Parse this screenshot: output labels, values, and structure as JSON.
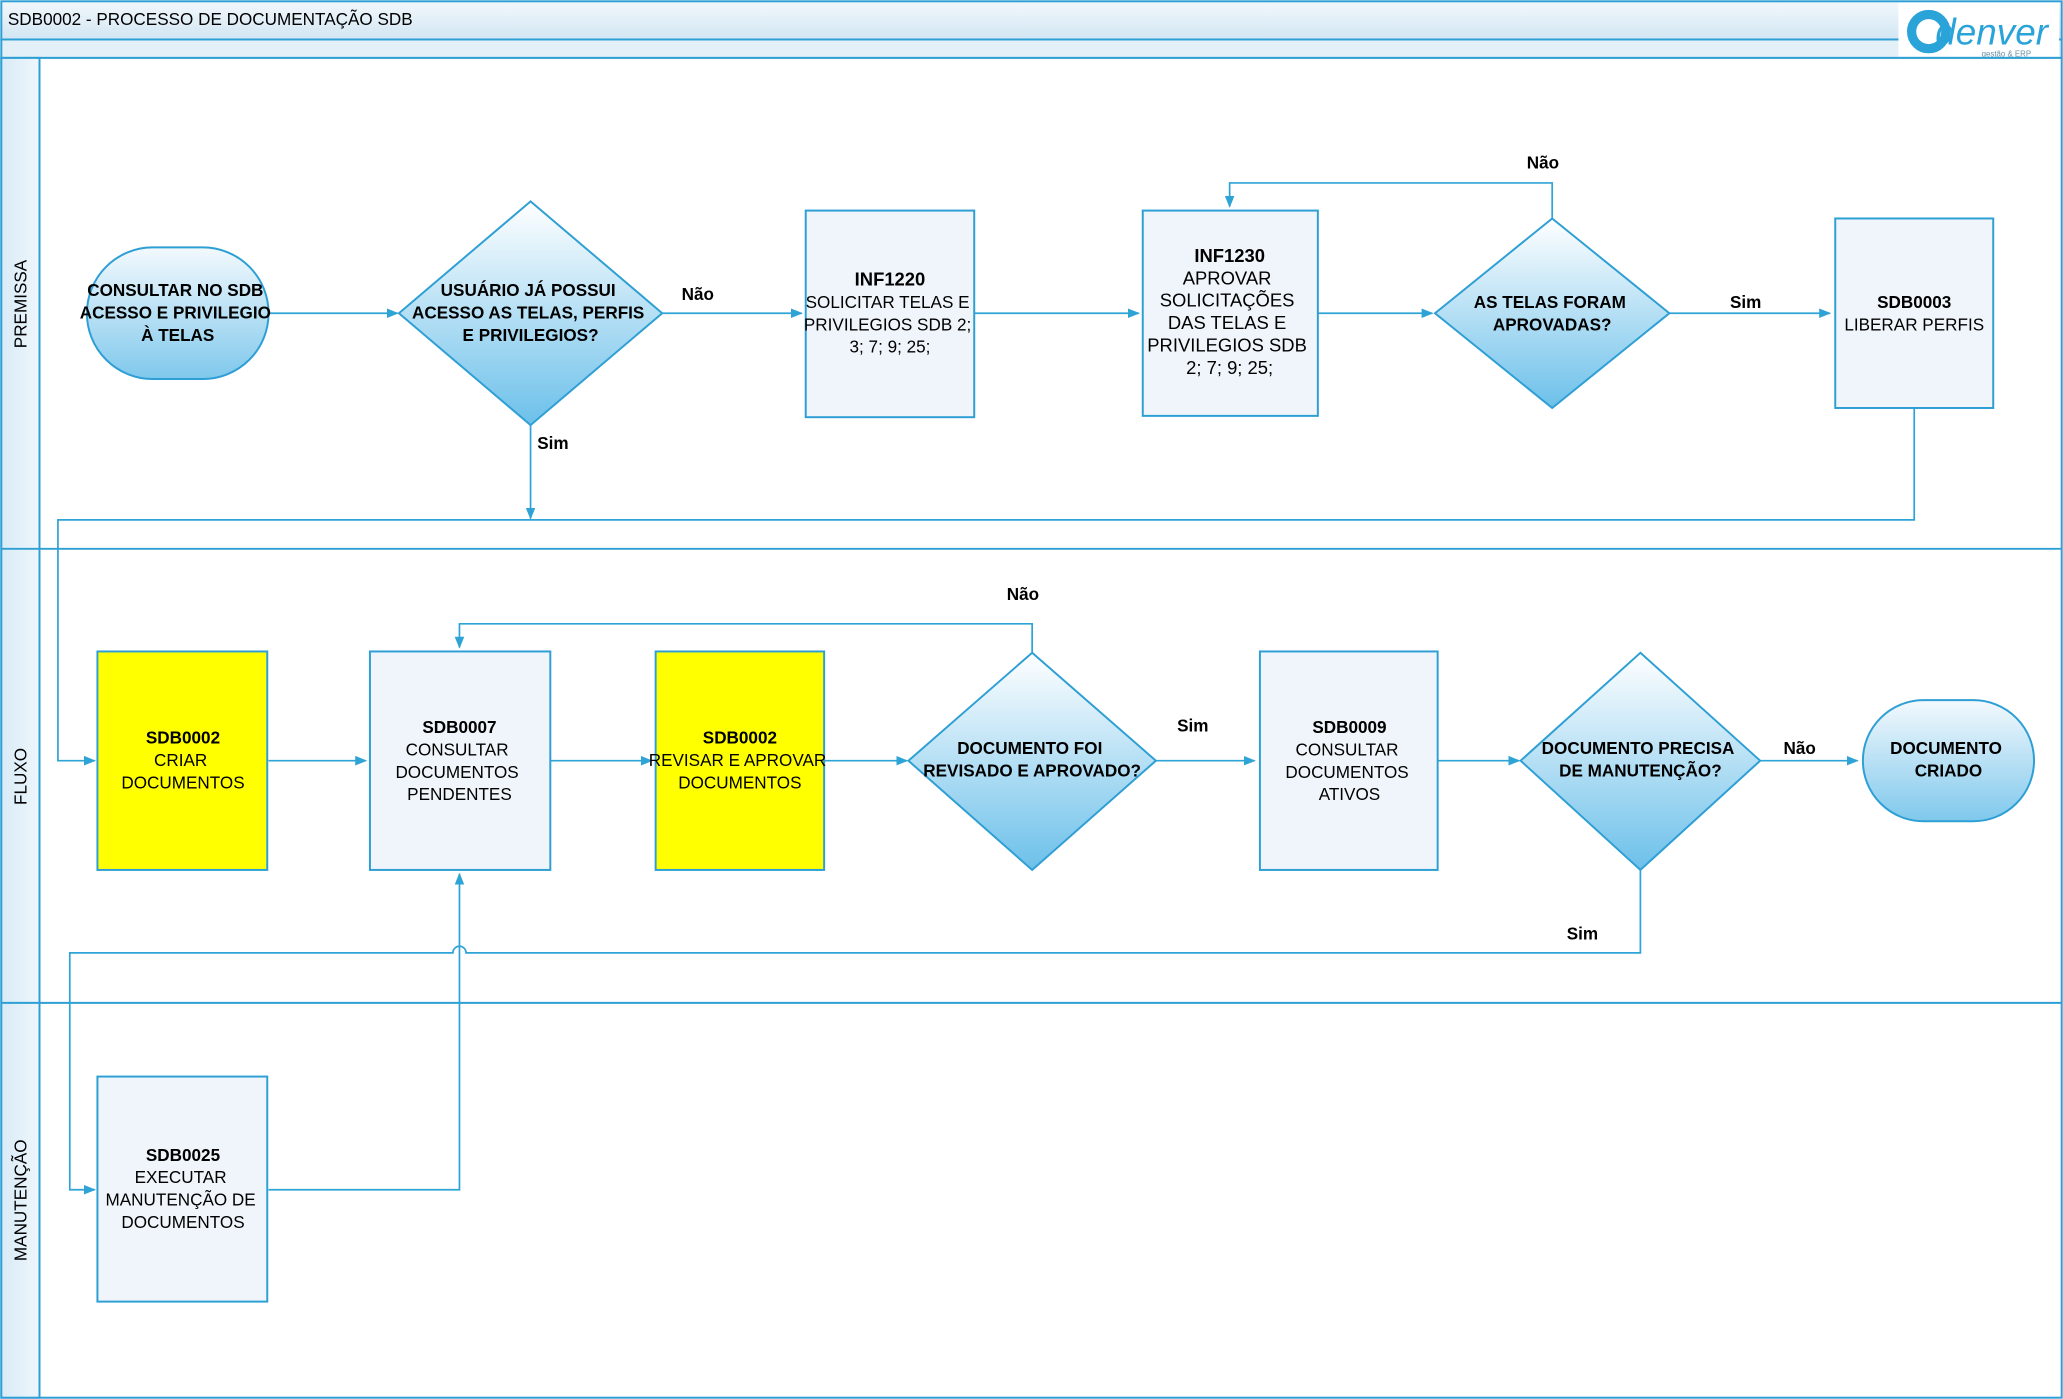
{
  "header": {
    "title": "SDB0002 - PROCESSO DE DOCUMENTAÇÃO SDB",
    "logo": {
      "text": "denver",
      "subtext": "gestão & ERP"
    }
  },
  "lanes": [
    {
      "id": "premissa",
      "label": "PREMISSA"
    },
    {
      "id": "fluxo",
      "label": "FLUXO"
    },
    {
      "id": "manutencao",
      "label": "MANUTENÇÃO"
    }
  ],
  "nodes": {
    "start": {
      "title": "",
      "lines": [
        "CONSULTAR NO SDB",
        "ACESSO E PRIVILEGIO",
        "À TELAS"
      ]
    },
    "q_access": {
      "title": "",
      "lines": [
        "USUÁRIO JÁ POSSUI",
        "ACESSO AS TELAS, PERFIS",
        "E PRIVILEGIOS?"
      ]
    },
    "inf1220": {
      "title": "INF1220",
      "lines": [
        "SOLICITAR TELAS E",
        "PRIVILEGIOS SDB 2;",
        "3; 7; 9; 25;"
      ]
    },
    "inf1230": {
      "title": "INF1230",
      "lines": [
        "APROVAR",
        "SOLICITAÇÕES",
        "DAS TELAS E",
        "PRIVILEGIOS SDB",
        "2; 7; 9; 25;"
      ]
    },
    "q_approved": {
      "title": "",
      "lines": [
        "AS TELAS FORAM",
        "APROVADAS?"
      ]
    },
    "sdb0003": {
      "title": "SDB0003",
      "lines": [
        "LIBERAR PERFIS"
      ]
    },
    "sdb0002_create": {
      "title": "SDB0002",
      "lines": [
        "CRIAR",
        "DOCUMENTOS"
      ]
    },
    "sdb0007": {
      "title": "SDB0007",
      "lines": [
        "CONSULTAR",
        "DOCUMENTOS",
        "PENDENTES"
      ]
    },
    "sdb0002_review": {
      "title": "SDB0002",
      "lines": [
        "REVISAR E APROVAR",
        "DOCUMENTOS"
      ]
    },
    "q_doc_approved": {
      "title": "",
      "lines": [
        "DOCUMENTO FOI",
        "REVISADO E APROVADO?"
      ]
    },
    "sdb0009": {
      "title": "SDB0009",
      "lines": [
        "CONSULTAR",
        "DOCUMENTOS",
        "ATIVOS"
      ]
    },
    "q_maint": {
      "title": "",
      "lines": [
        "DOCUMENTO PRECISA",
        "DE MANUTENÇÃO?"
      ]
    },
    "end": {
      "title": "",
      "lines": [
        "DOCUMENTO",
        "CRIADO"
      ]
    },
    "sdb0025": {
      "title": "SDB0025",
      "lines": [
        "EXECUTAR",
        "MANUTENÇÃO DE",
        "DOCUMENTOS"
      ]
    }
  },
  "edge_labels": {
    "access_no": "Não",
    "access_yes": "Sim",
    "approved_no": "Não",
    "approved_yes": "Sim",
    "doc_no": "Não",
    "doc_yes": "Sim",
    "maint_no": "Não",
    "maint_yes": "Sim"
  },
  "colors": {
    "border": "#2e9fd4",
    "box_fill": "#eff5fa",
    "highlight": "#ffff00",
    "header_fill": "#dcebf5"
  }
}
